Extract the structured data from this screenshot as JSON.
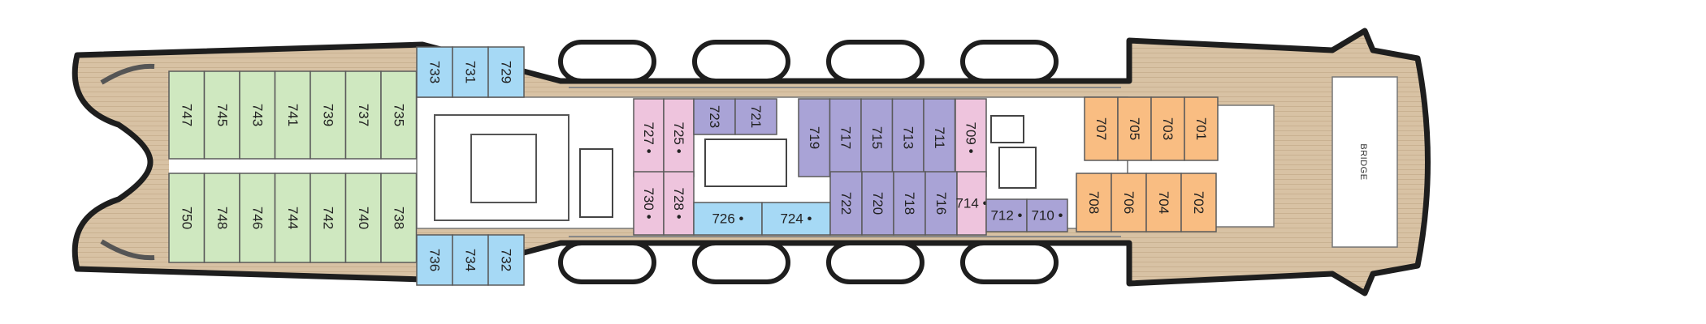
{
  "title": "",
  "bridge_label": "BRIDGE",
  "colors": {
    "green": "#cfe8c0",
    "blue": "#a6d9f5",
    "pink": "#eec4dd",
    "purple": "#a9a3d6",
    "orange": "#f9bd82",
    "deck_wood": "#d8c2a4",
    "hull": "#1e1e1e"
  },
  "cabins": {
    "green_top": [
      "747",
      "745",
      "743",
      "741",
      "739",
      "737",
      "735"
    ],
    "green_bottom": [
      "750",
      "748",
      "746",
      "744",
      "742",
      "740",
      "738"
    ],
    "blue_top": [
      "733",
      "731",
      "729"
    ],
    "blue_bottom": [
      "736",
      "734",
      "732"
    ],
    "pink_top": [
      "727",
      "725"
    ],
    "pink_bottom": [
      "730",
      "728"
    ],
    "purple_top_a": [
      "723",
      "721"
    ],
    "purple_top_b": [
      "719",
      "717",
      "715",
      "713",
      "711"
    ],
    "pink_top_end": [
      "709"
    ],
    "blue_mid": [
      "726",
      "724"
    ],
    "purple_bottom": [
      "722",
      "720",
      "718",
      "716"
    ],
    "pink_bottom_end": [
      "714"
    ],
    "purple_bottom_end": [
      "712",
      "710"
    ],
    "orange_top": [
      "707",
      "705",
      "703",
      "701"
    ],
    "orange_bottom": [
      "708",
      "706",
      "704",
      "702"
    ]
  },
  "accessible_marker_cabins": [
    "727",
    "725",
    "730",
    "728",
    "709",
    "714",
    "726",
    "724",
    "712",
    "710"
  ]
}
